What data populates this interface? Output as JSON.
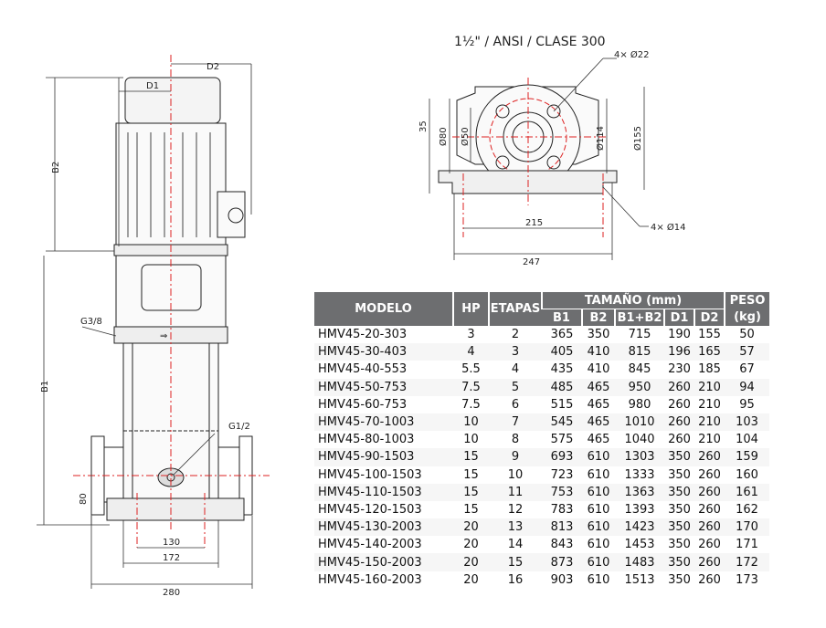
{
  "flange_title": "1½\" / ANSI / CLASE 300",
  "pump_labels": {
    "d1": "D1",
    "d2": "D2",
    "b1": "B1",
    "b2": "B2",
    "g38": "G3/8",
    "g12": "G1/2",
    "h80": "80",
    "w130": "130",
    "w172": "172",
    "w280": "280"
  },
  "flange_labels": {
    "holes_top": "4× Ø22",
    "holes_bottom": "4× Ø14",
    "d35": "35",
    "d80": "Ø80",
    "d50": "Ø50",
    "d114": "Ø114",
    "d155": "Ø155",
    "w215": "215",
    "w247": "247"
  },
  "table": {
    "headers": {
      "modelo": "MODELO",
      "hp": "HP",
      "etapas": "ETAPAS",
      "tamano": "TAMAÑO (mm)",
      "peso": "PESO",
      "peso_unit": "(kg)",
      "b1": "B1",
      "b2": "B2",
      "b1b2": "B1+B2",
      "d1": "D1",
      "d2": "D2"
    },
    "rows": [
      [
        "HMV45-20-303",
        "3",
        "2",
        "365",
        "350",
        "715",
        "190",
        "155",
        "50"
      ],
      [
        "HMV45-30-403",
        "4",
        "3",
        "405",
        "410",
        "815",
        "196",
        "165",
        "57"
      ],
      [
        "HMV45-40-553",
        "5.5",
        "4",
        "435",
        "410",
        "845",
        "230",
        "185",
        "67"
      ],
      [
        "HMV45-50-753",
        "7.5",
        "5",
        "485",
        "465",
        "950",
        "260",
        "210",
        "94"
      ],
      [
        "HMV45-60-753",
        "7.5",
        "6",
        "515",
        "465",
        "980",
        "260",
        "210",
        "95"
      ],
      [
        "HMV45-70-1003",
        "10",
        "7",
        "545",
        "465",
        "1010",
        "260",
        "210",
        "103"
      ],
      [
        "HMV45-80-1003",
        "10",
        "8",
        "575",
        "465",
        "1040",
        "260",
        "210",
        "104"
      ],
      [
        "HMV45-90-1503",
        "15",
        "9",
        "693",
        "610",
        "1303",
        "350",
        "260",
        "159"
      ],
      [
        "HMV45-100-1503",
        "15",
        "10",
        "723",
        "610",
        "1333",
        "350",
        "260",
        "160"
      ],
      [
        "HMV45-110-1503",
        "15",
        "11",
        "753",
        "610",
        "1363",
        "350",
        "260",
        "161"
      ],
      [
        "HMV45-120-1503",
        "15",
        "12",
        "783",
        "610",
        "1393",
        "350",
        "260",
        "162"
      ],
      [
        "HMV45-130-2003",
        "20",
        "13",
        "813",
        "610",
        "1423",
        "350",
        "260",
        "170"
      ],
      [
        "HMV45-140-2003",
        "20",
        "14",
        "843",
        "610",
        "1453",
        "350",
        "260",
        "171"
      ],
      [
        "HMV45-150-2003",
        "20",
        "15",
        "873",
        "610",
        "1483",
        "350",
        "260",
        "172"
      ],
      [
        "HMV45-160-2003",
        "20",
        "16",
        "903",
        "610",
        "1513",
        "350",
        "260",
        "173"
      ]
    ]
  }
}
